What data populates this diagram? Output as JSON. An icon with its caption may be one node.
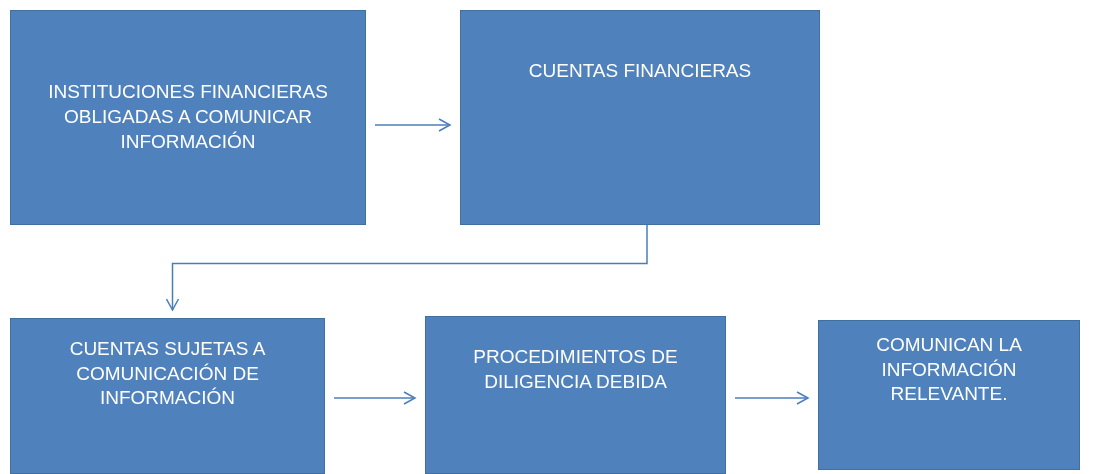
{
  "diagram": {
    "nodes": [
      {
        "text": [
          "INSTITUCIONES FINANCIERAS OBLIGADAS A COMUNICAR INFORMACIÓN"
        ]
      },
      {
        "text": [
          "CUENTAS FINANCIERAS"
        ]
      },
      {
        "text": [
          "CUENTAS SUJETAS A COMUNICACIÓN DE INFORMACIÓN"
        ]
      },
      {
        "text": [
          "PROCEDIMIENTOS DE DILIGENCIA DEBIDA"
        ]
      },
      {
        "text": [
          "COMUNICAN LA INFORMACIÓN RELEVANTE."
        ]
      }
    ],
    "edges": [
      {
        "from": 0,
        "to": 1,
        "arrow": "to"
      },
      {
        "from": 1,
        "to": 2,
        "arrow": "to"
      },
      {
        "from": 2,
        "to": 3,
        "arrow": "to"
      },
      {
        "from": 3,
        "to": 4,
        "arrow": "to"
      }
    ]
  }
}
